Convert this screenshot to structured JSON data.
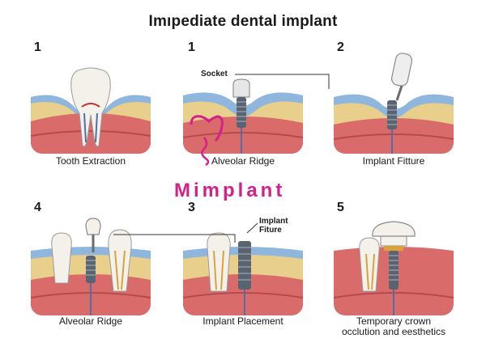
{
  "title": "Imıpediate dental implant",
  "watermark": "Mimplant",
  "panels": [
    {
      "number": "1",
      "caption": "Tooth Extraction"
    },
    {
      "number": "1",
      "caption": "Alveolar Ridge",
      "label": "Socket"
    },
    {
      "number": "2",
      "caption": "Implant Fitture"
    },
    {
      "number": "4",
      "caption": "Alveolar Ridge"
    },
    {
      "number": "3",
      "caption": "Implant Placement",
      "label_line1": "Implant",
      "label_line2": "Fiture"
    },
    {
      "number": "5",
      "caption_line1": "Temporary crown",
      "caption_line2": "occlution and eesthetics"
    }
  ],
  "colors": {
    "gum": "#d96b6b",
    "gum_dark": "#b84a4a",
    "bone": "#e9cf8c",
    "tissue": "#8fb6dc",
    "tooth": "#f4f1ea",
    "implant": "#5a6470",
    "accent": "#d4208a"
  }
}
